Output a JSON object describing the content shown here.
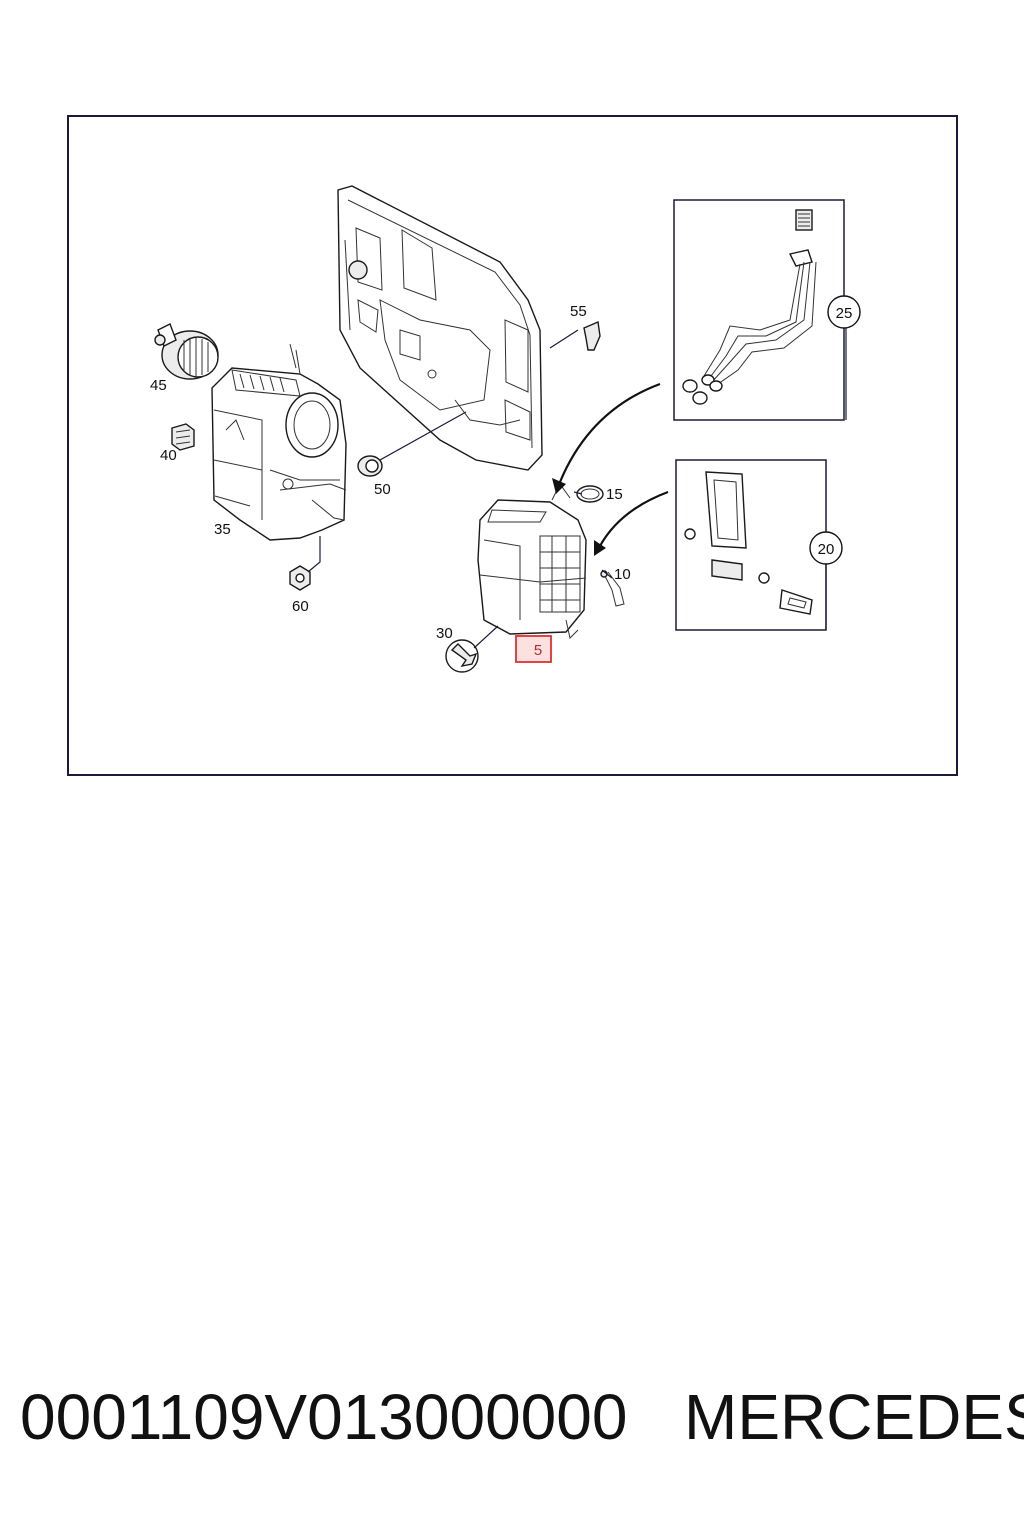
{
  "diagram": {
    "callouts": {
      "p5": "5",
      "p10": "10",
      "p15": "15",
      "p20": "20",
      "p25": "25",
      "p30": "30",
      "p35": "35",
      "p40": "40",
      "p45": "45",
      "p50": "50",
      "p55": "55",
      "p60": "60"
    },
    "highlighted_callout": "5",
    "colors": {
      "frame": "#1a1a3a",
      "highlight_border": "#e03030",
      "highlight_fill": "#fde0e0"
    }
  },
  "caption": {
    "part_number": "0001109V013000000",
    "brand": "MERCEDES"
  }
}
